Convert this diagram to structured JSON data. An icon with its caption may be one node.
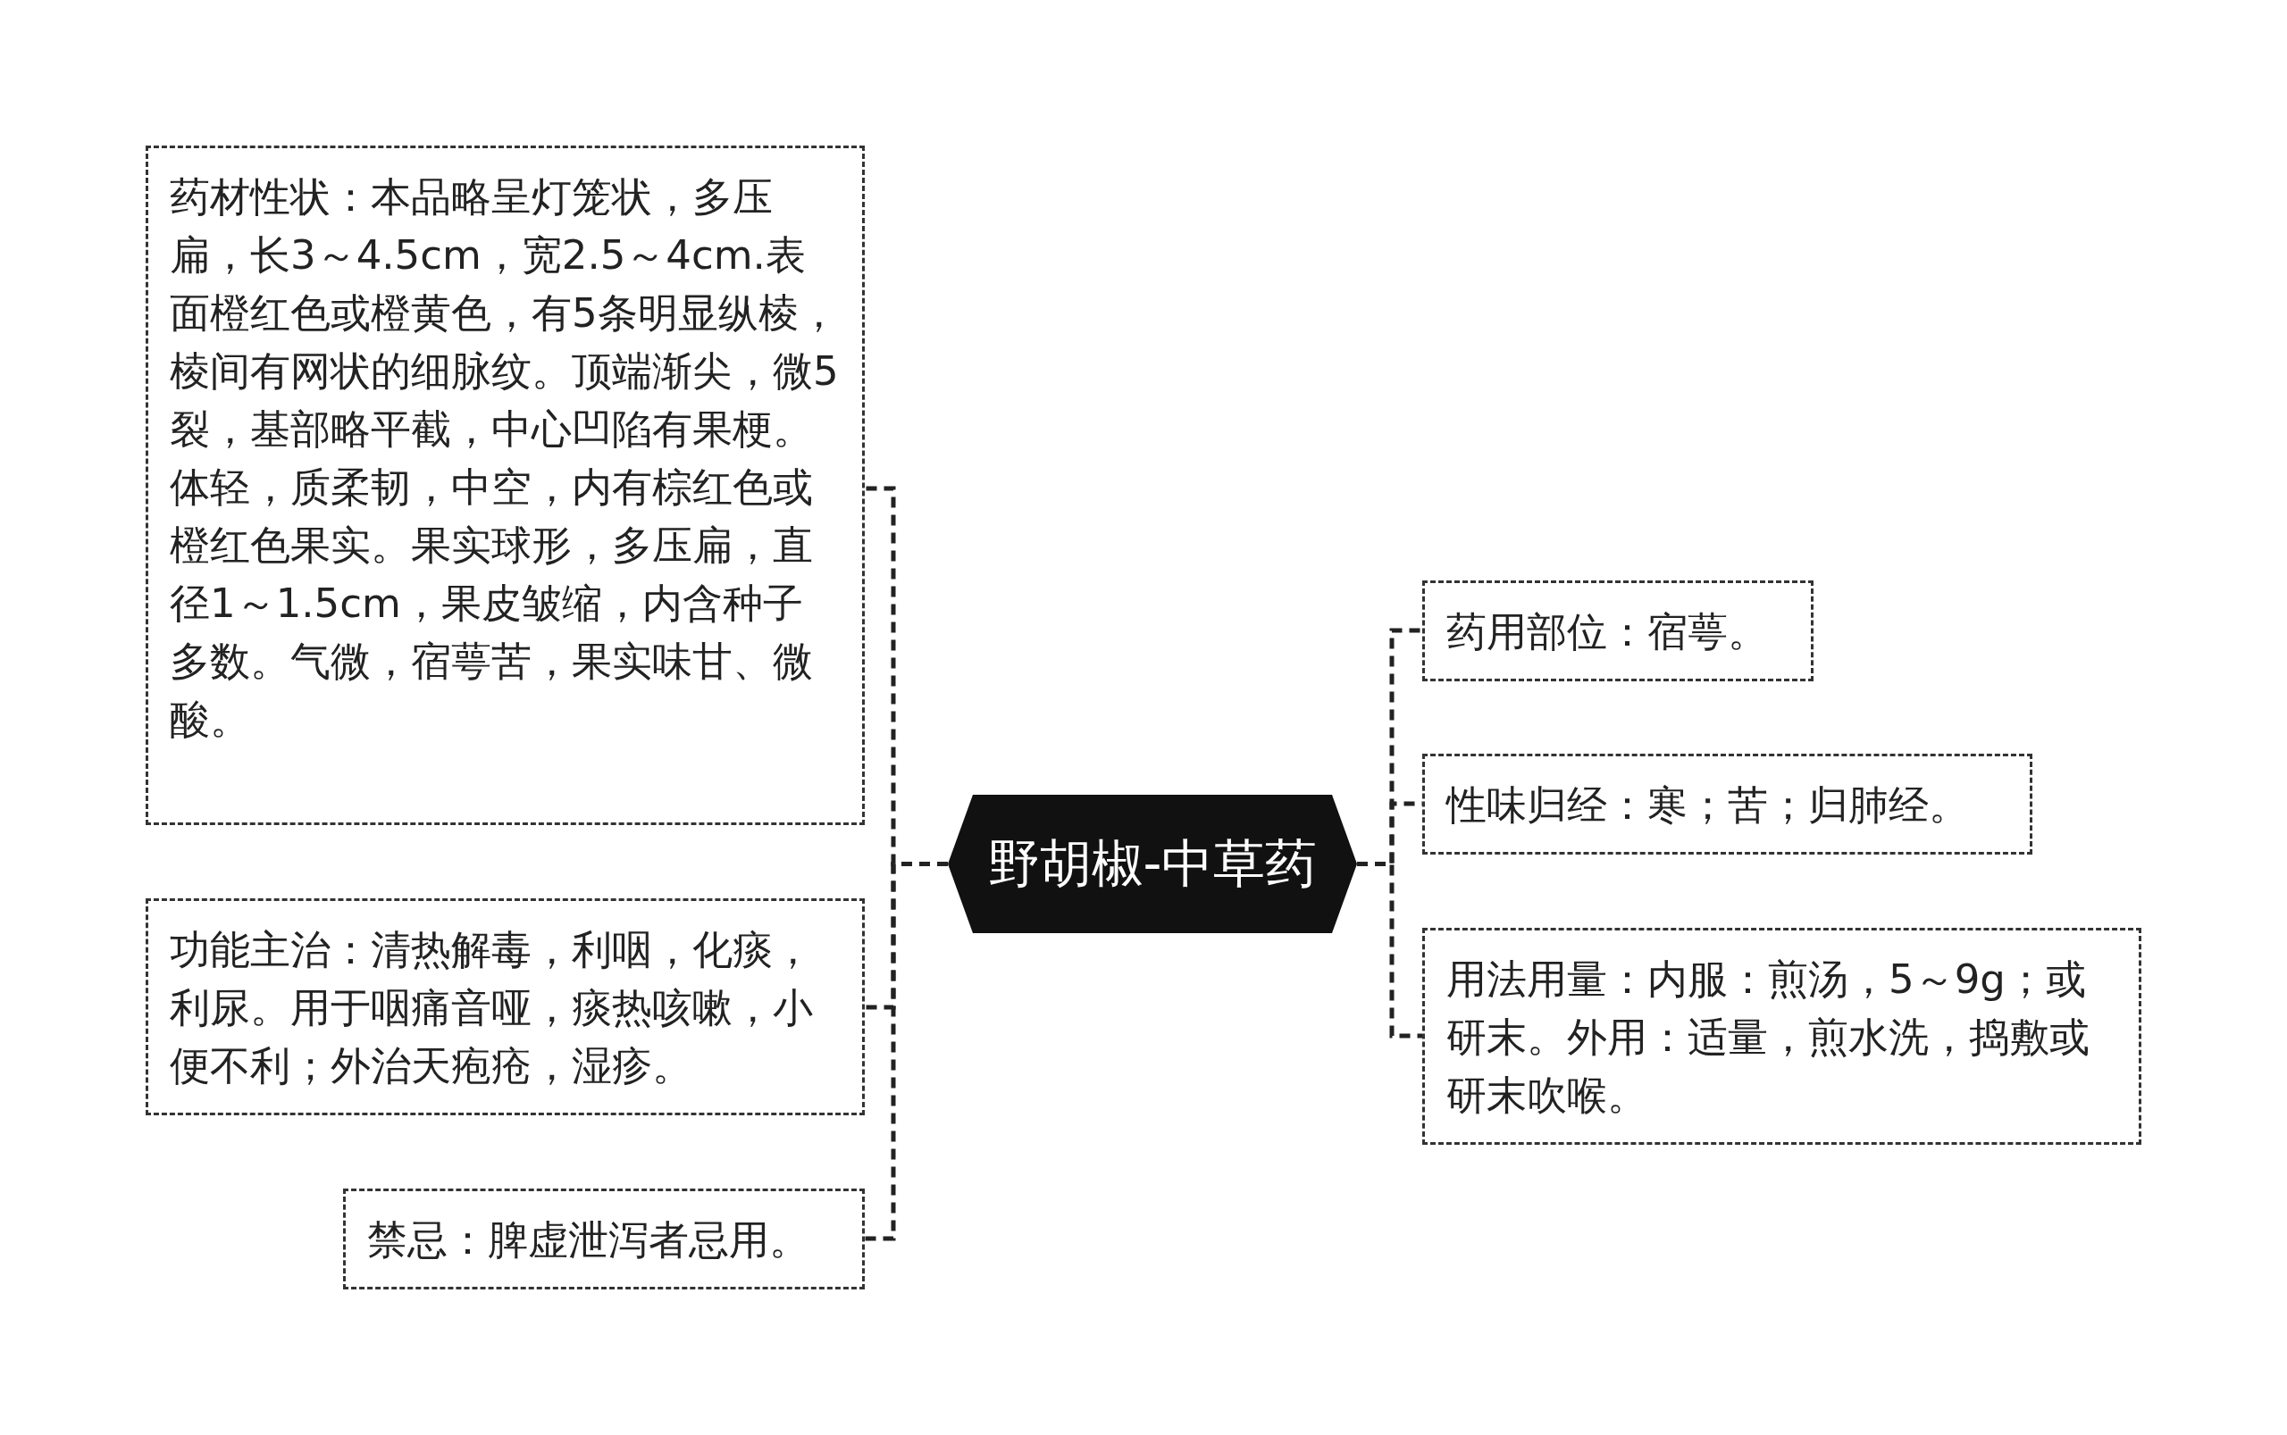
{
  "diagram": {
    "nodes": [
      {
        "text": [
          "野胡椒-中草药"
        ]
      },
      {
        "text": [
          "药材性状：本品略呈灯笼状，多压扁，长3～4.5cm，宽2.5～4cm.表面橙红色或橙黄色，有5条明显纵棱，棱间有网状的细脉纹。顶端渐尖，微5裂，基部略平截，中心凹陷有果梗。体轻，质柔韧，中空，内有棕红色或橙红色果实。果实球形，多压扁，直径1～1.5cm，果皮皱缩，内含种子多数。气微，宿萼苦，果实味甘、微酸。"
        ]
      },
      {
        "text": [
          "功能主治：清热解毒，利咽，化痰，利尿。用于咽痛音哑，痰热咳嗽，小便不利；外治天疱疮，湿疹。"
        ]
      },
      {
        "text": [
          "禁忌：脾虚泄泻者忌用。"
        ]
      },
      {
        "text": [
          "药用部位：宿萼。"
        ]
      },
      {
        "text": [
          "性味归经：寒；苦；归肺经。"
        ]
      },
      {
        "text": [
          "用法用量：内服：煎汤，5～9g；或研末。外用：适量，煎水洗，捣敷或研末吹喉。"
        ]
      }
    ],
    "edges": [
      {
        "from": 0,
        "to": 1,
        "arrow": "none",
        "style": "dashed"
      },
      {
        "from": 0,
        "to": 2,
        "arrow": "none",
        "style": "dashed"
      },
      {
        "from": 0,
        "to": 3,
        "arrow": "none",
        "style": "dashed"
      },
      {
        "from": 0,
        "to": 4,
        "arrow": "none",
        "style": "dashed"
      },
      {
        "from": 0,
        "to": 5,
        "arrow": "none",
        "style": "dashed"
      },
      {
        "from": 0,
        "to": 6,
        "arrow": "none",
        "style": "dashed"
      }
    ]
  }
}
